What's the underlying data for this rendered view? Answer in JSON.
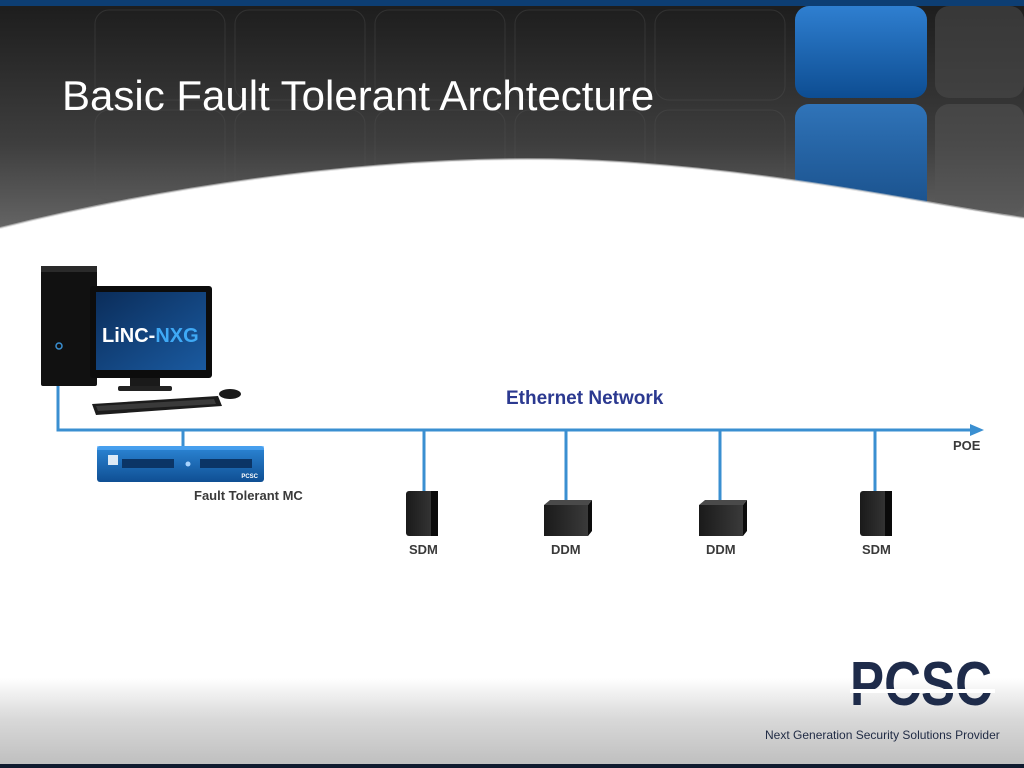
{
  "slide": {
    "title": "Basic Fault Tolerant Archtecture"
  },
  "diagram": {
    "network_label": "Ethernet Network",
    "poe_label": "POE",
    "screen_logo": {
      "part1": "LiNC-",
      "part2": "NXG"
    },
    "controller_label": "Fault Tolerant MC",
    "controller_badge": "PCSC",
    "devices": [
      {
        "label": "SDM",
        "kind": "reader"
      },
      {
        "label": "DDM",
        "kind": "box"
      },
      {
        "label": "DDM",
        "kind": "box"
      },
      {
        "label": "SDM",
        "kind": "reader"
      }
    ]
  },
  "branding": {
    "logo_text": "PCSC",
    "tagline": "Next Generation Security Solutions Provider"
  },
  "colors": {
    "brand_blue": "#1f6fa8",
    "network_line": "#3a8fd1",
    "label_blue": "#2b3990",
    "logo_dark": "#1e2b4a"
  }
}
